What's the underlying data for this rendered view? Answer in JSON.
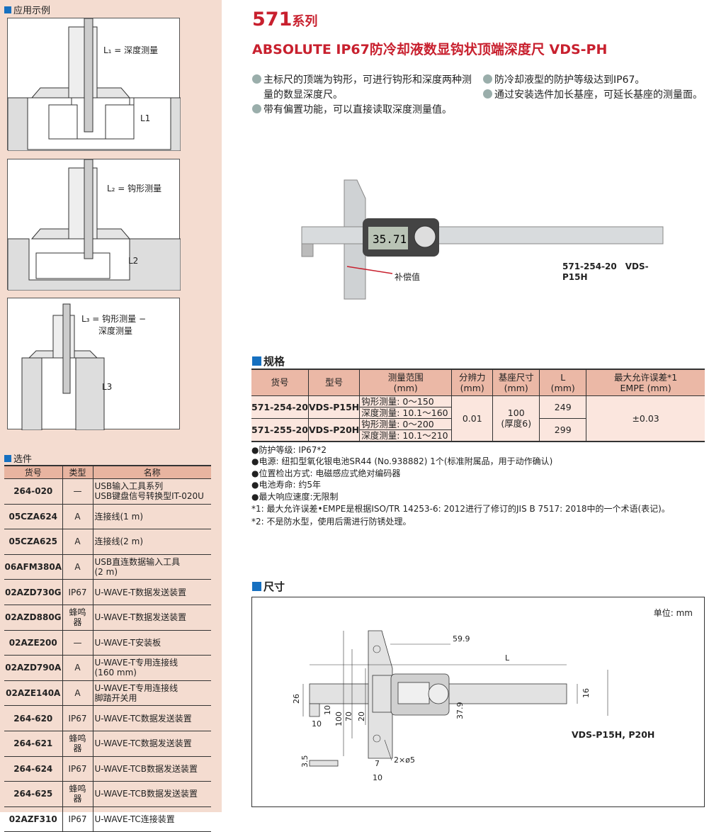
{
  "left": {
    "apps_heading": "应用示例",
    "app1_label": "L₁ = 深度测量",
    "app1_dim": "L1",
    "app2_label": "L₂ = 钩形测量",
    "app2_dim": "L2",
    "app3_label_1": "L₃ = 钩形测量 −",
    "app3_label_2": "深度测量",
    "app3_dim": "L3",
    "options_heading": "选件",
    "options_headers": [
      "货号",
      "类型",
      "名称"
    ],
    "options": [
      {
        "code": "264-020",
        "type": "—",
        "name": "USB输入工具系列\nUSB键盘信号转换型IT-020U"
      },
      {
        "code": "05CZA624",
        "type": "A",
        "name": "连接线(1 m)"
      },
      {
        "code": "05CZA625",
        "type": "A",
        "name": "连接线(2 m)"
      },
      {
        "code": "06AFM380A",
        "type": "A",
        "name": "USB直连数据输入工具\n(2 m)"
      },
      {
        "code": "02AZD730G",
        "type": "IP67",
        "name": "U-WAVE-T数据发送装置"
      },
      {
        "code": "02AZD880G",
        "type": "蜂鸣器",
        "name": "U-WAVE-T数据发送装置"
      },
      {
        "code": "02AZE200",
        "type": "—",
        "name": "U-WAVE-T安装板"
      },
      {
        "code": "02AZD790A",
        "type": "A",
        "name": "U-WAVE-T专用连接线\n(160 mm)"
      },
      {
        "code": "02AZE140A",
        "type": "A",
        "name": "U-WAVE-T专用连接线\n脚踏开关用"
      },
      {
        "code": "264-620",
        "type": "IP67",
        "name": "U-WAVE-TC数据发送装置"
      },
      {
        "code": "264-621",
        "type": "蜂鸣器",
        "name": "U-WAVE-TC数据发送装置"
      },
      {
        "code": "264-624",
        "type": "IP67",
        "name": "U-WAVE-TCB数据发送装置"
      },
      {
        "code": "264-625",
        "type": "蜂鸣器",
        "name": "U-WAVE-TCB数据发送装置"
      },
      {
        "code": "02AZF310",
        "type": "IP67",
        "name": "U-WAVE-TC连接装置"
      }
    ]
  },
  "header": {
    "series_num": "571",
    "series_suffix": "系列",
    "title": "ABSOLUTE IP67防冷却液数显钩状顶端深度尺 VDS-PH"
  },
  "features": [
    "主标尺的顶端为钩形，可进行钩形和深度两种测量的数显深度尺。",
    "带有偏置功能，可以直接读取深度测量值。",
    "防冷却液型的防护等级达到IP67。",
    "通过安装选件加长基座，可延长基座的测量面。"
  ],
  "product": {
    "display": "35.71",
    "offset_callout": "补偿值",
    "caption": "571-254-20　VDS-P15H"
  },
  "spec": {
    "heading": "规格",
    "headers": [
      "货号",
      "型号",
      "测量范围\n(mm)",
      "分辨力\n(mm)",
      "基座尺寸\n(mm)",
      "L\n(mm)",
      "最大允许误差*1\nEMPE (mm)"
    ],
    "rows": [
      {
        "code": "571-254-20",
        "model": "VDS-P15H",
        "hook": "钩形测量: 0～150",
        "depth": "深度测量: 10.1～160",
        "L": "249"
      },
      {
        "code": "571-255-20",
        "model": "VDS-P20H",
        "hook": "钩形测量: 0～200",
        "depth": "深度测量: 10.1～210",
        "L": "299"
      }
    ],
    "resolution": "0.01",
    "base": "100\n(厚度6)",
    "mpe": "±0.03",
    "notes": [
      "●防护等级: IP67*2",
      "●电源: 纽扣型氧化银电池SR44 (No.938882) 1个(标准附属品，用于动作确认)",
      "●位置检出方式: 电磁感应式绝对编码器",
      "●电池寿命: 约5年",
      "●最大响应速度:无限制",
      "*1: 最大允许误差•EMPE是根据ISO/TR 14253-6: 2012进行了修订的JIS B 7517: 2018中的一个术语(表记)。",
      "*2: 不是防水型，使用后需进行防锈处理。"
    ]
  },
  "dims": {
    "heading": "尺寸",
    "unit": "单位: mm",
    "model": "VDS-P15H, P20H",
    "labels": {
      "d599": "59.9",
      "L": "L",
      "d26": "26",
      "d10a": "10",
      "d10b": "10",
      "d100": "100",
      "d70": "70",
      "d20": "20",
      "d379": "37.9",
      "d16": "16",
      "d7": "7",
      "d10c": "10",
      "d35": "3.5",
      "holes": "2×ø5"
    }
  },
  "colors": {
    "accent": "#c8202e",
    "section": "#1670c0",
    "panel": "#f4dcd0",
    "table_header": "#ebb8a6"
  }
}
